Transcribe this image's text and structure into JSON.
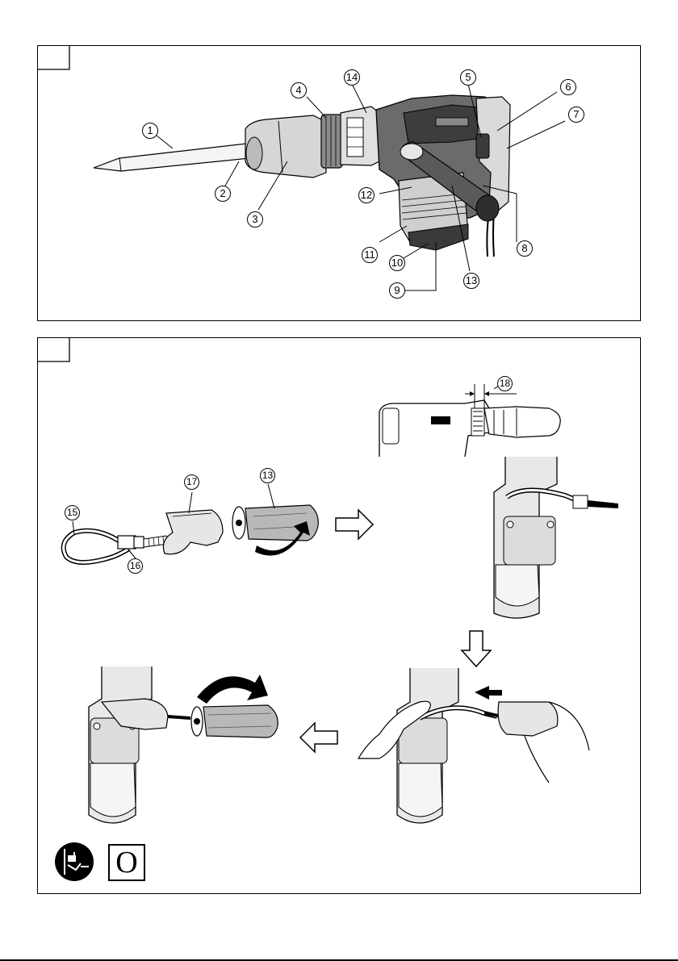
{
  "figure1": {
    "callouts": [
      "1",
      "2",
      "3",
      "4",
      "5",
      "6",
      "7",
      "8",
      "9",
      "10",
      "11",
      "12",
      "13",
      "14"
    ]
  },
  "figure2": {
    "callouts": [
      "13",
      "15",
      "16",
      "17",
      "18"
    ],
    "mode_symbol": "O"
  },
  "icons": [
    "unplug-icon",
    "arrow-right-icon",
    "arrow-down-icon",
    "arrow-left-icon",
    "rotate-arrow-icon"
  ],
  "colors": {
    "line": "#000000",
    "fill_light": "#e6e6e6",
    "fill_mid": "#b5b5b5",
    "fill_dark": "#4a4a4a"
  }
}
